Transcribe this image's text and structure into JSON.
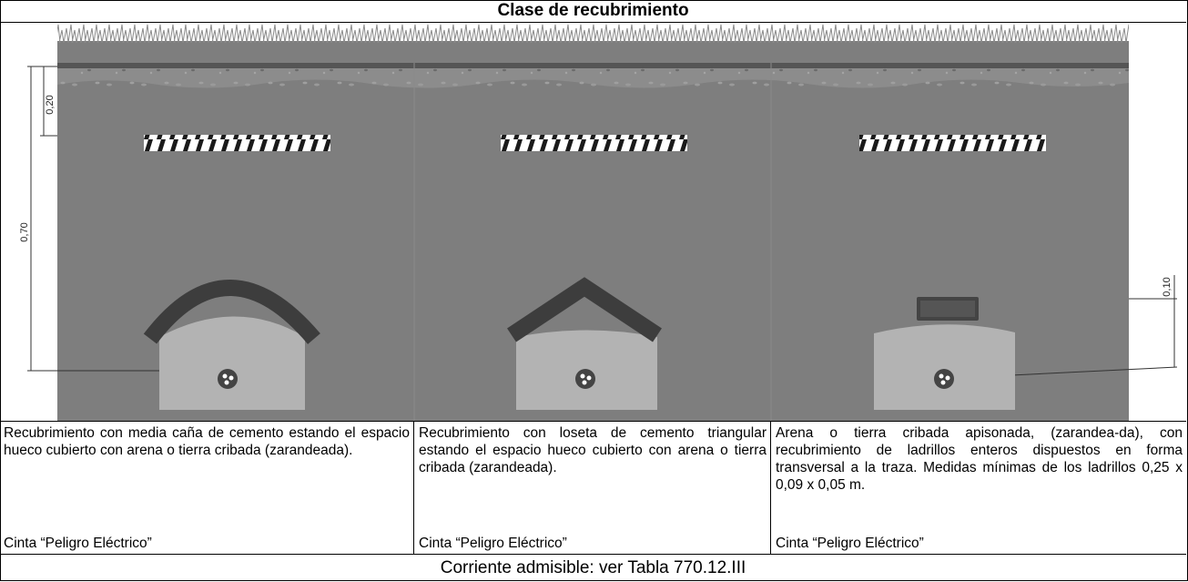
{
  "title": "Clase de recubrimiento",
  "dimensions": {
    "top_depth": "0,20",
    "total_depth": "0,70",
    "brick_gap": "0,10"
  },
  "columns": [
    {
      "description": "Recubrimiento con media caña de cemento estando el espacio hueco cubierto con arena o tierra cribada (zarandeada).",
      "tape": "Cinta “Peligro Eléctrico”"
    },
    {
      "description": "Recubrimiento con loseta de cemento triangular estando el espacio hueco cubierto con arena o tierra cribada (zarandeada).",
      "tape": "Cinta “Peligro Eléctrico”"
    },
    {
      "description": "Arena o tierra cribada apisonada, (zarandea-da), con recubrimiento de ladrillos enteros dispuestos en forma transversal a la traza. Medidas mínimas de los ladrillos 0,25 x 0,09 x 0,05 m.",
      "tape": "Cinta “Peligro Eléctrico”"
    }
  ],
  "footer": "Corriente admisible: ver Tabla 770.12.III"
}
